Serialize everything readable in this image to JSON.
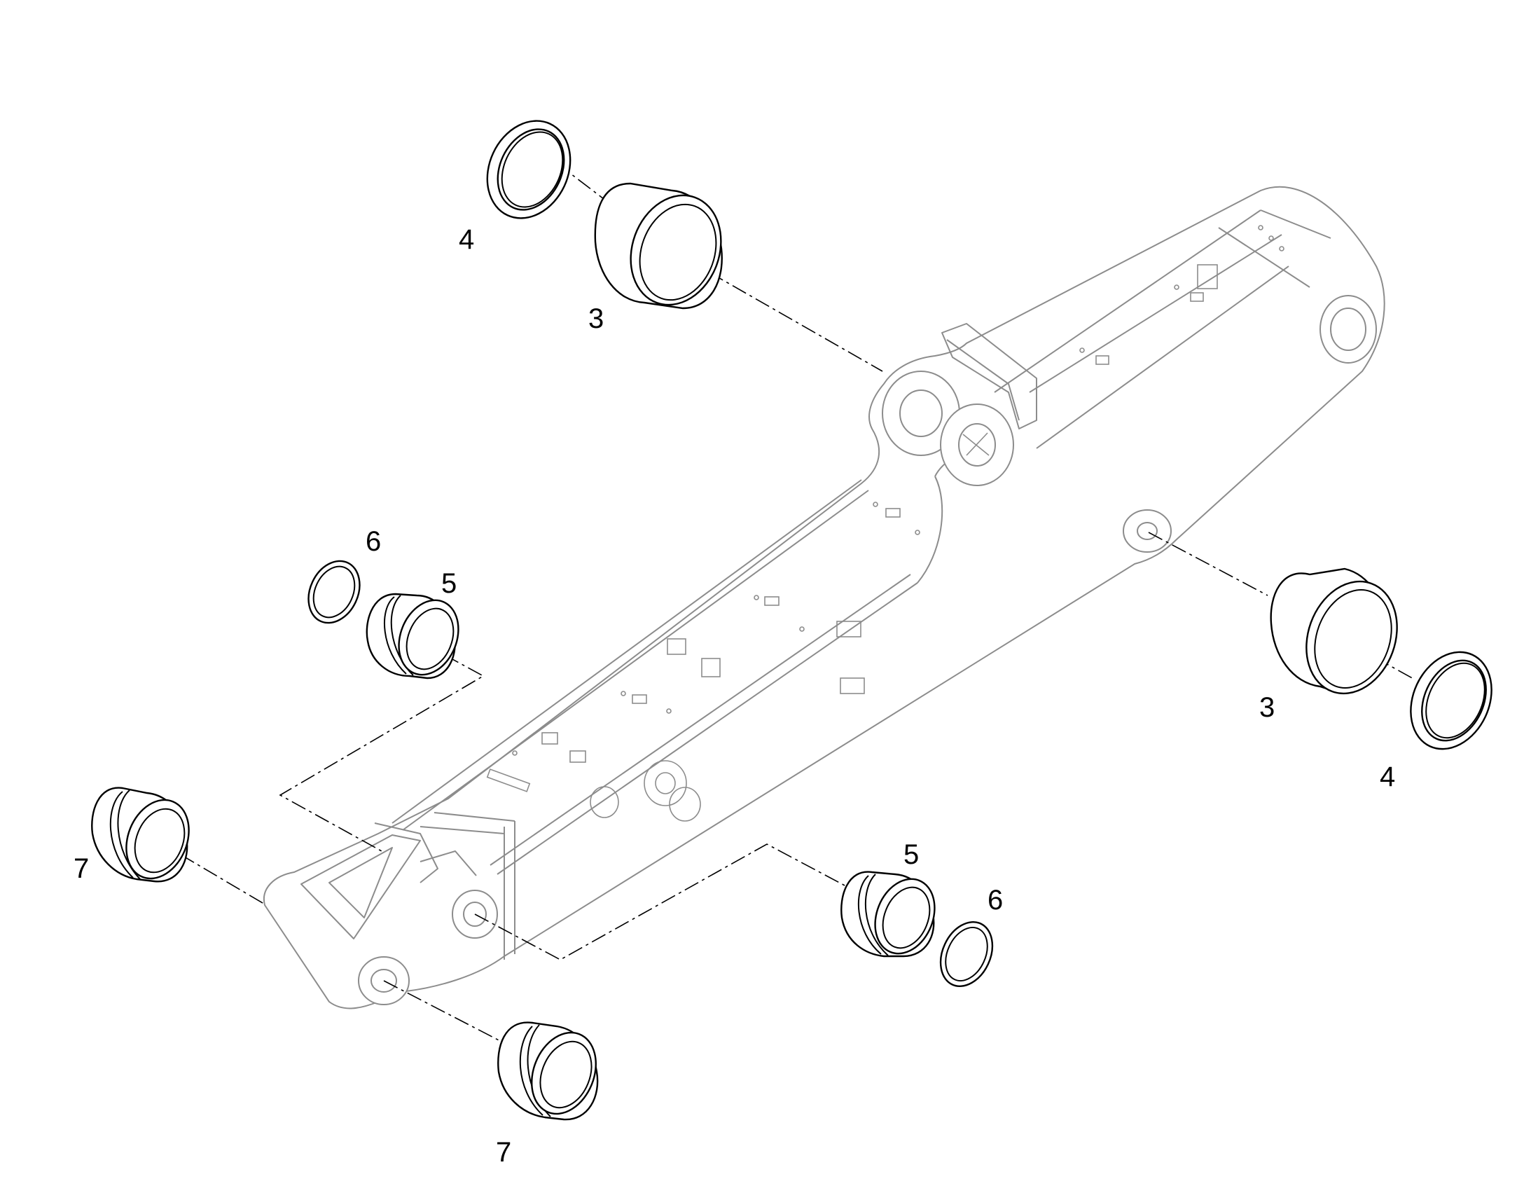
{
  "diagram": {
    "type": "exploded-parts-view",
    "callouts": [
      {
        "id": "c4-top",
        "label": "4",
        "part": "ring"
      },
      {
        "id": "c3-top",
        "label": "3",
        "part": "bushing"
      },
      {
        "id": "c6-left",
        "label": "6",
        "part": "seal-ring"
      },
      {
        "id": "c5-left",
        "label": "5",
        "part": "grooved-bushing"
      },
      {
        "id": "c3-right",
        "label": "3",
        "part": "bushing"
      },
      {
        "id": "c4-right",
        "label": "4",
        "part": "ring"
      },
      {
        "id": "c7-left",
        "label": "7",
        "part": "grooved-bushing"
      },
      {
        "id": "c5-right",
        "label": "5",
        "part": "grooved-bushing"
      },
      {
        "id": "c6-right",
        "label": "6",
        "part": "seal-ring"
      },
      {
        "id": "c7-bottom",
        "label": "7",
        "part": "grooved-bushing"
      }
    ],
    "colors": {
      "part_stroke": "#000000",
      "assembly_stroke": "#8c8c8c",
      "background": "#ffffff"
    }
  }
}
